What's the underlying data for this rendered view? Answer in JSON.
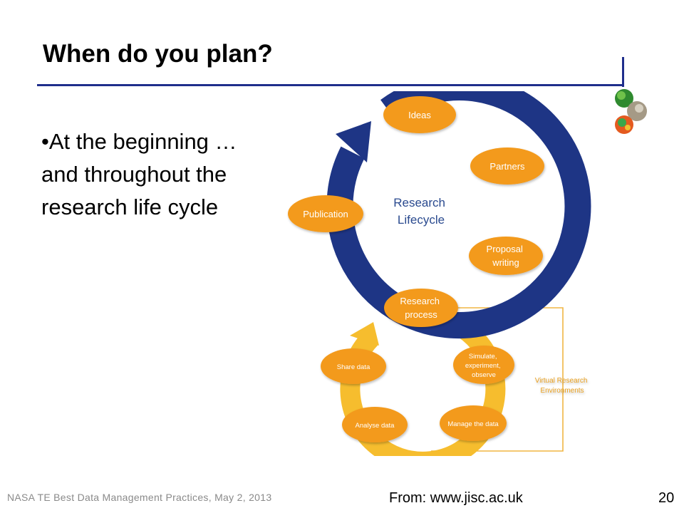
{
  "slide": {
    "title": "When do you plan?",
    "bullet_lines": [
      "•At the beginning …",
      "and throughout the",
      "research life cycle"
    ],
    "footer": "NASA TE Best Data Management Practices, May 2, 2013",
    "source": "From: www.jisc.ac.uk",
    "page_number": "20"
  },
  "diagram": {
    "center_lines": [
      "Research",
      "Lifecycle"
    ],
    "outer_nodes": {
      "ideas": [
        "Ideas"
      ],
      "partners": [
        "Partners"
      ],
      "proposal": [
        "Proposal",
        "writing"
      ],
      "research_process": [
        "Research",
        "process"
      ],
      "publication": [
        "Publication"
      ]
    },
    "inner_nodes": {
      "simulate": [
        "Simulate,",
        "experiment,",
        "observe"
      ],
      "manage": [
        "Manage the data"
      ],
      "analyse": [
        "Analyse data"
      ],
      "share": [
        "Share data"
      ]
    },
    "vre_lines": [
      "Virtual Research",
      "Environments"
    ]
  },
  "colors": {
    "title_rule": "#1f2e8c",
    "cycle_blue": "#1e3585",
    "node_orange": "#f39a1c",
    "inner_ring": "#f6bd2e",
    "vre_text": "#e8a020",
    "center_text": "#2a4a8f"
  }
}
